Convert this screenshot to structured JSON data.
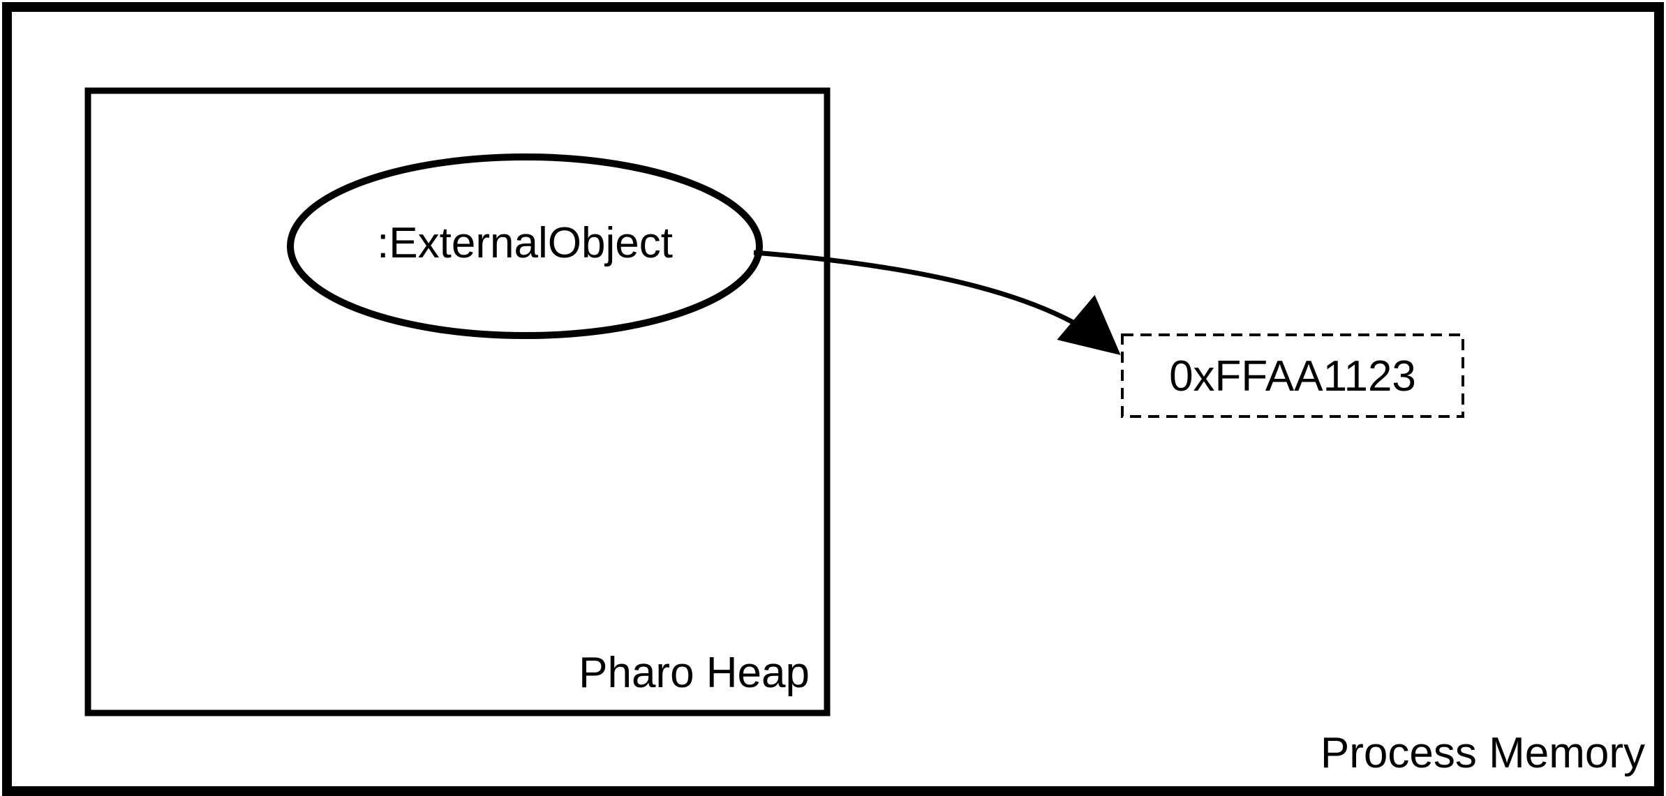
{
  "diagram": {
    "process_memory": {
      "label": "Process Memory"
    },
    "pharo_heap": {
      "label": "Pharo Heap"
    },
    "external_object": {
      "label": ":ExternalObject"
    },
    "external_address": {
      "label": "0xFFAA1123"
    },
    "colors": {
      "stroke": "#000000",
      "background": "#ffffff"
    }
  }
}
